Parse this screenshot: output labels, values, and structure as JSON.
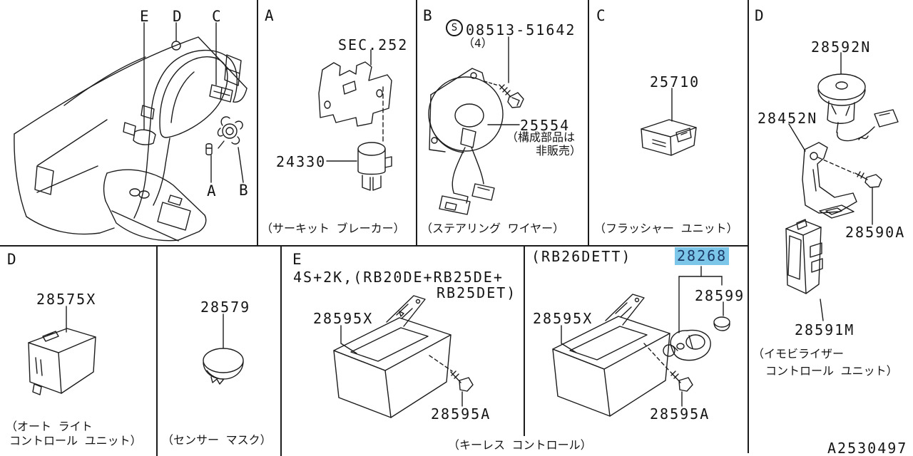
{
  "colors": {
    "background": "#ffffff",
    "line": "#1c1c1c",
    "highlight_bg": "#7cc6ea",
    "highlight_text": "#1d3a66"
  },
  "dashboard": {
    "callout_e": "E",
    "callout_d": "D",
    "callout_c": "C",
    "callout_a": "A",
    "callout_b": "B"
  },
  "panel_a": {
    "letter": "A",
    "sec_ref": "SEC.252",
    "breaker_part": "24330",
    "caption": "（サーキット ブレーカー）"
  },
  "panel_b": {
    "letter": "B",
    "screw_symbol": "S",
    "screw_part": "08513-51642",
    "screw_qty": "（4）",
    "spiral_part": "25554",
    "note_line1": "（構成部品は",
    "note_line2": "非販売）",
    "caption": "（ステアリング ワイヤー）"
  },
  "panel_c": {
    "letter": "C",
    "flasher_part": "25710",
    "caption": "（フラッシャー ユニット）"
  },
  "panel_d_right": {
    "letter": "D",
    "antenna_part": "28592N",
    "bracket_part": "28452N",
    "screw_part": "28590A",
    "immobilizer_part": "28591M",
    "caption_line1": "（イモビライザー",
    "caption_line2": "コントロール ユニット）"
  },
  "panel_d_bottom": {
    "letter": "D",
    "unit_part": "28575X",
    "caption_line1": "（オート ライト",
    "caption_line2": "コントロール ユニット）"
  },
  "panel_sensor": {
    "mask_part": "28579",
    "caption": "（センサー マスク）"
  },
  "panel_e": {
    "letter": "E",
    "engine_note_line1": "4S+2K,(RB20DE+RB25DE+",
    "engine_note_line2": "RB25DET)",
    "unit_part": "28595X",
    "screw_part": "28595A",
    "caption": "（キーレス コントロール）"
  },
  "panel_rb26": {
    "engine_note": "(RB26DETT)",
    "keyfob_part": "28268",
    "battery_part": "28599",
    "unit_part": "28595X",
    "screw_part": "28595A"
  },
  "footer": {
    "diagram_code": "A2530497"
  }
}
